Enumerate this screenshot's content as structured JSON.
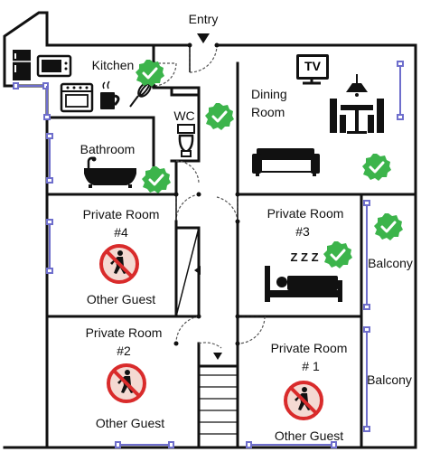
{
  "rooms": {
    "entry": "Entry",
    "kitchen": "Kitchen",
    "wc": "WC",
    "dining_line1": "Dining",
    "dining_line2": "Room",
    "bathroom": "Bathroom",
    "private4_line1": "Private Room",
    "private4_line2": "#4",
    "private3_line1": "Private Room",
    "private3_line2": "#3",
    "private2_line1": "Private Room",
    "private2_line2": "#2",
    "private1_line1": "Private Room",
    "private1_line2": "# 1",
    "balcony_upper": "Balcony",
    "balcony_lower": "Balcony"
  },
  "labels": {
    "tv": "TV",
    "sleep": "Z Z Z",
    "guest4": "Other Guest",
    "guest2": "Other Guest",
    "guest1": "Other Guest"
  },
  "colors": {
    "wall": "#111111",
    "window": "#6e6ecc",
    "check_badge": "#3cb44b",
    "no_entry": "#d92b2b"
  }
}
